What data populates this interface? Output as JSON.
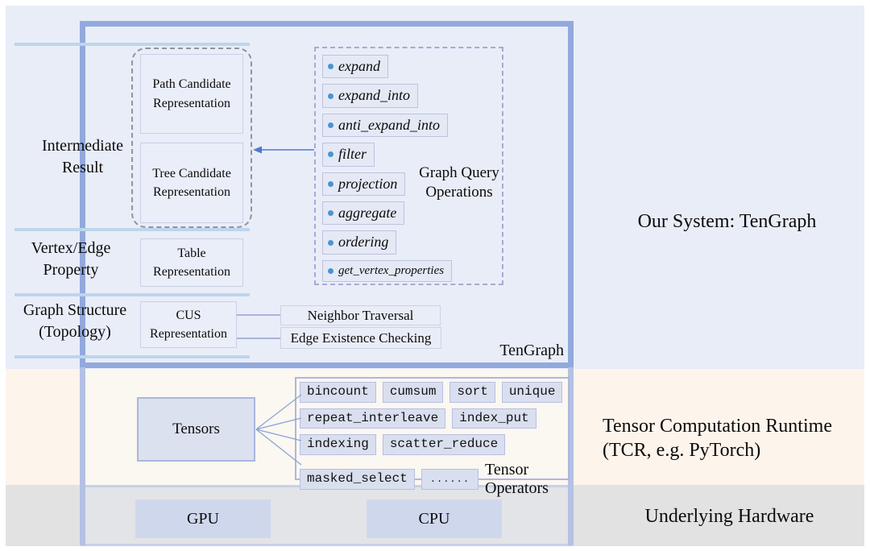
{
  "system": {
    "title": "Our System: TenGraph",
    "box_label": "TenGraph",
    "row_labels": [
      "Intermediate\nResult",
      "Vertex/Edge\nProperty",
      "Graph Structure\n(Topology)"
    ],
    "boxes": {
      "path": "Path Candidate\nRepresentation",
      "tree": "Tree Candidate\nRepresentation",
      "table": "Table\nRepresentation",
      "cus": "CUS\nRepresentation"
    },
    "capabilities": [
      "Neighbor Traversal",
      "Edge Existence Checking"
    ],
    "query_ops": {
      "title": "Graph Query\nOperations",
      "items": [
        "expand",
        "expand_into",
        "anti_expand_into",
        "filter",
        "projection",
        "aggregate",
        "ordering",
        "get_vertex_properties"
      ]
    }
  },
  "tcr": {
    "title": "Tensor Computation Runtime\n (TCR, e.g. PyTorch)",
    "tensors_label": "Tensors",
    "operators_label": "Tensor Operators",
    "operator_rows": [
      [
        "bincount",
        "cumsum",
        "sort",
        "unique"
      ],
      [
        "repeat_interleave",
        "index_put"
      ],
      [
        "indexing",
        "scatter_reduce"
      ],
      [
        "masked_select",
        "......"
      ]
    ]
  },
  "hardware": {
    "title": "Underlying Hardware",
    "devices": [
      "GPU",
      "CPU"
    ]
  },
  "colors": {
    "system_band": "#e9edf8",
    "tcr_band": "#fdf4ec",
    "hardware_band": "#e2e2e2",
    "tengraph_border": "#92a9dc",
    "row_divider": "#bcd6ec",
    "ops_dashed_border": "#a7aad4",
    "candidate_dashed_border": "#8e959c",
    "bullet": "#4a94cf",
    "arrow": "#4d7cc9"
  }
}
